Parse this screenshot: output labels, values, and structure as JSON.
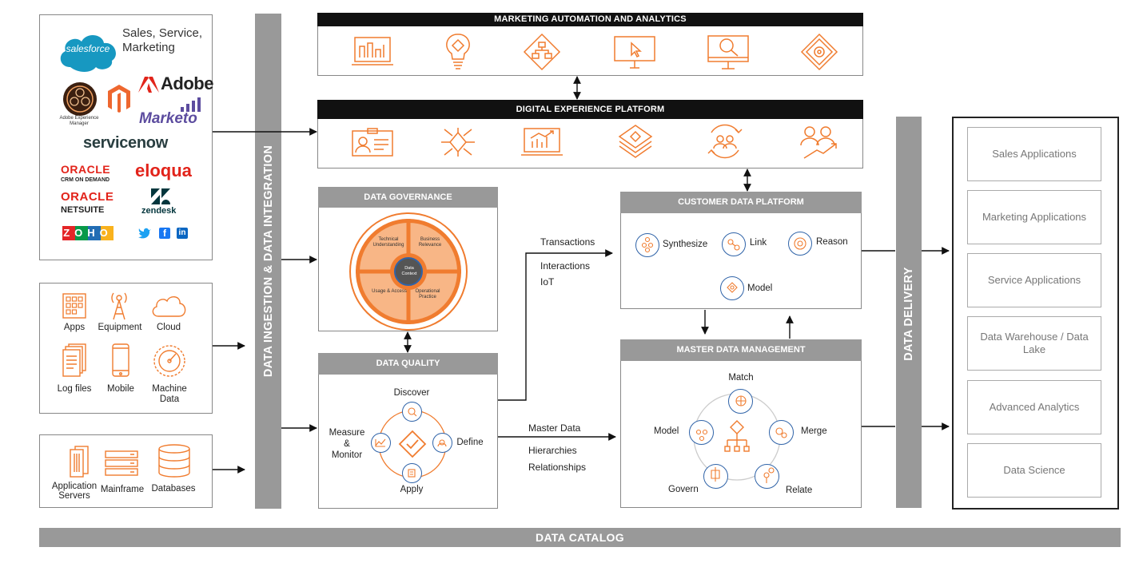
{
  "sources": {
    "enterprise": {
      "salesforce_logo": "salesforce",
      "salesforce_caption": "Sales, Service, Marketing",
      "aem_caption": "Adobe Experience Manager",
      "adobe": "Adobe",
      "marketo": "Marketo",
      "servicenow": "servicenow",
      "oracle_crm_top": "ORACLE",
      "oracle_crm_bottom": "CRM ON DEMAND",
      "eloqua": "eloqua",
      "oracle_netsuite_top": "ORACLE",
      "oracle_netsuite_bottom": "NETSUITE",
      "zendesk": "zendesk",
      "zoho": "ZOHO"
    },
    "devices": {
      "items": [
        "Apps",
        "Equipment",
        "Cloud",
        "Log files",
        "Mobile",
        "Machine Data"
      ]
    },
    "systems": {
      "items": [
        "Application Servers",
        "Mainframe",
        "Databases"
      ]
    }
  },
  "ingestion": {
    "label": "DATA INGESTION & DATA INTEGRATION"
  },
  "marketing": {
    "title": "MARKETING AUTOMATION AND ANALYTICS"
  },
  "dxp": {
    "title": "DIGITAL EXPERIENCE PLATFORM"
  },
  "governance": {
    "title": "DATA GOVERNANCE",
    "quadrants": [
      "Technical Understanding",
      "Business Relevance",
      "Usage & Access",
      "Operational Practice"
    ],
    "center": "Data Context"
  },
  "quality": {
    "title": "DATA QUALITY",
    "steps": {
      "top": "Discover",
      "right": "Define",
      "bottom": "Apply",
      "left": "Measure & Monitor"
    }
  },
  "flows": {
    "upper": [
      "Transactions",
      "Interactions",
      "IoT"
    ],
    "lower": [
      "Master Data",
      "Hierarchies",
      "Relationships"
    ]
  },
  "cdp": {
    "title": "CUSTOMER DATA PLATFORM",
    "items": [
      "Synthesize",
      "Link",
      "Reason",
      "Model"
    ]
  },
  "mdm": {
    "title": "MASTER DATA MANAGEMENT",
    "items": [
      "Match",
      "Merge",
      "Relate",
      "Govern",
      "Model"
    ]
  },
  "delivery": {
    "label": "DATA DELIVERY"
  },
  "outputs": {
    "items": [
      "Sales Applications",
      "Marketing Applications",
      "Service Applications",
      "Data Warehouse / Data Lake",
      "Advanced Analytics",
      "Data Science"
    ]
  },
  "catalog": {
    "label": "DATA CATALOG"
  },
  "colors": {
    "orange": "#f07c2f",
    "blue": "#2f63a8",
    "grey": "#999999",
    "dark": "#111111"
  }
}
